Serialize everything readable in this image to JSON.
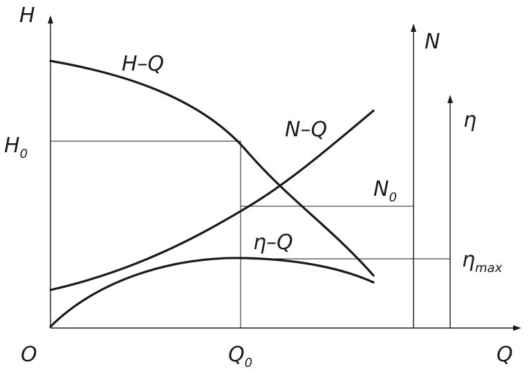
{
  "labels": {
    "y_axis_H": "H",
    "y_axis_N": "N",
    "y_axis_eta": "η",
    "x_axis_Q": "Q",
    "origin": "O",
    "curve_HQ": "H–Q",
    "curve_NQ": "N–Q",
    "curve_etaQ": "η–Q",
    "H0_main": "H",
    "H0_sub": "0",
    "N0_main": "N",
    "N0_sub": "0",
    "Q0_main": "Q",
    "Q0_sub": "0",
    "etamax_main": "η",
    "etamax_sub": "max"
  },
  "colors": {
    "ink": "#1a1a1a",
    "background": "#ffffff"
  }
}
